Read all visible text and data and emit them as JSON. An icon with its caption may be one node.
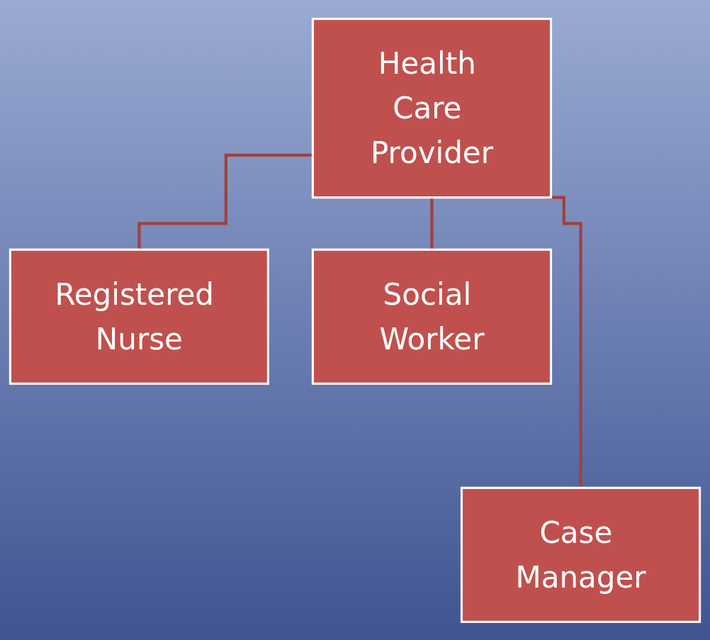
{
  "diagram": {
    "nodes": [
      {
        "text": [
          "Health Care Provider"
        ]
      },
      {
        "text": [
          "Registered Nurse"
        ]
      },
      {
        "text": [
          "Social Worker"
        ]
      },
      {
        "text": [
          "Case Manager"
        ]
      }
    ],
    "edges": [
      {
        "from": 0,
        "to": 1,
        "arrow": "none"
      },
      {
        "from": 0,
        "to": 2,
        "arrow": "none"
      },
      {
        "from": 0,
        "to": 3,
        "arrow": "none"
      }
    ]
  }
}
